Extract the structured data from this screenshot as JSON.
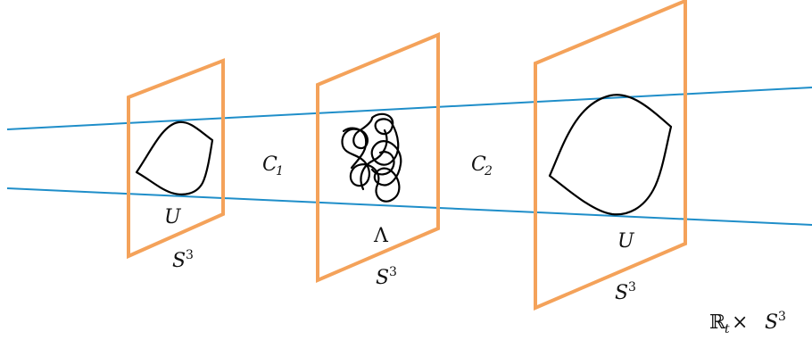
{
  "colors": {
    "frame": "#f4a25a",
    "line": "#1f8ec9",
    "curve": "#000000"
  },
  "labels": {
    "u_left": "U",
    "s3_left_base": "S",
    "s3_left_exp": "3",
    "c1_base": "C",
    "c1_sub": "1",
    "lambda": "Λ",
    "s3_mid_base": "S",
    "s3_mid_exp": "3",
    "c2_base": "C",
    "c2_sub": "2",
    "u_right": "U",
    "s3_right_base": "S",
    "s3_right_exp": "3",
    "space_r": "ℝ",
    "space_t": "t",
    "space_times": " × ",
    "space_s": "S",
    "space_exp": "3"
  }
}
